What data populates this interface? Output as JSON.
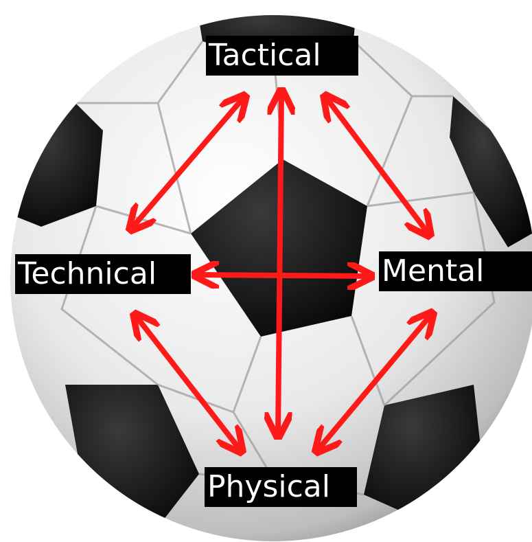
{
  "labels": {
    "tactical": "Tactical",
    "technical": "Technical",
    "mental": "Mental",
    "physical": "Physical"
  },
  "colors": {
    "arrow": "#ff1a1a",
    "label_background": "#000000",
    "label_text": "#ffffff",
    "ball_white": "#f2f2f2",
    "ball_black": "#111111"
  },
  "icons": {
    "ball": "soccer-ball-image",
    "arrows": "double-headed-arrow"
  }
}
